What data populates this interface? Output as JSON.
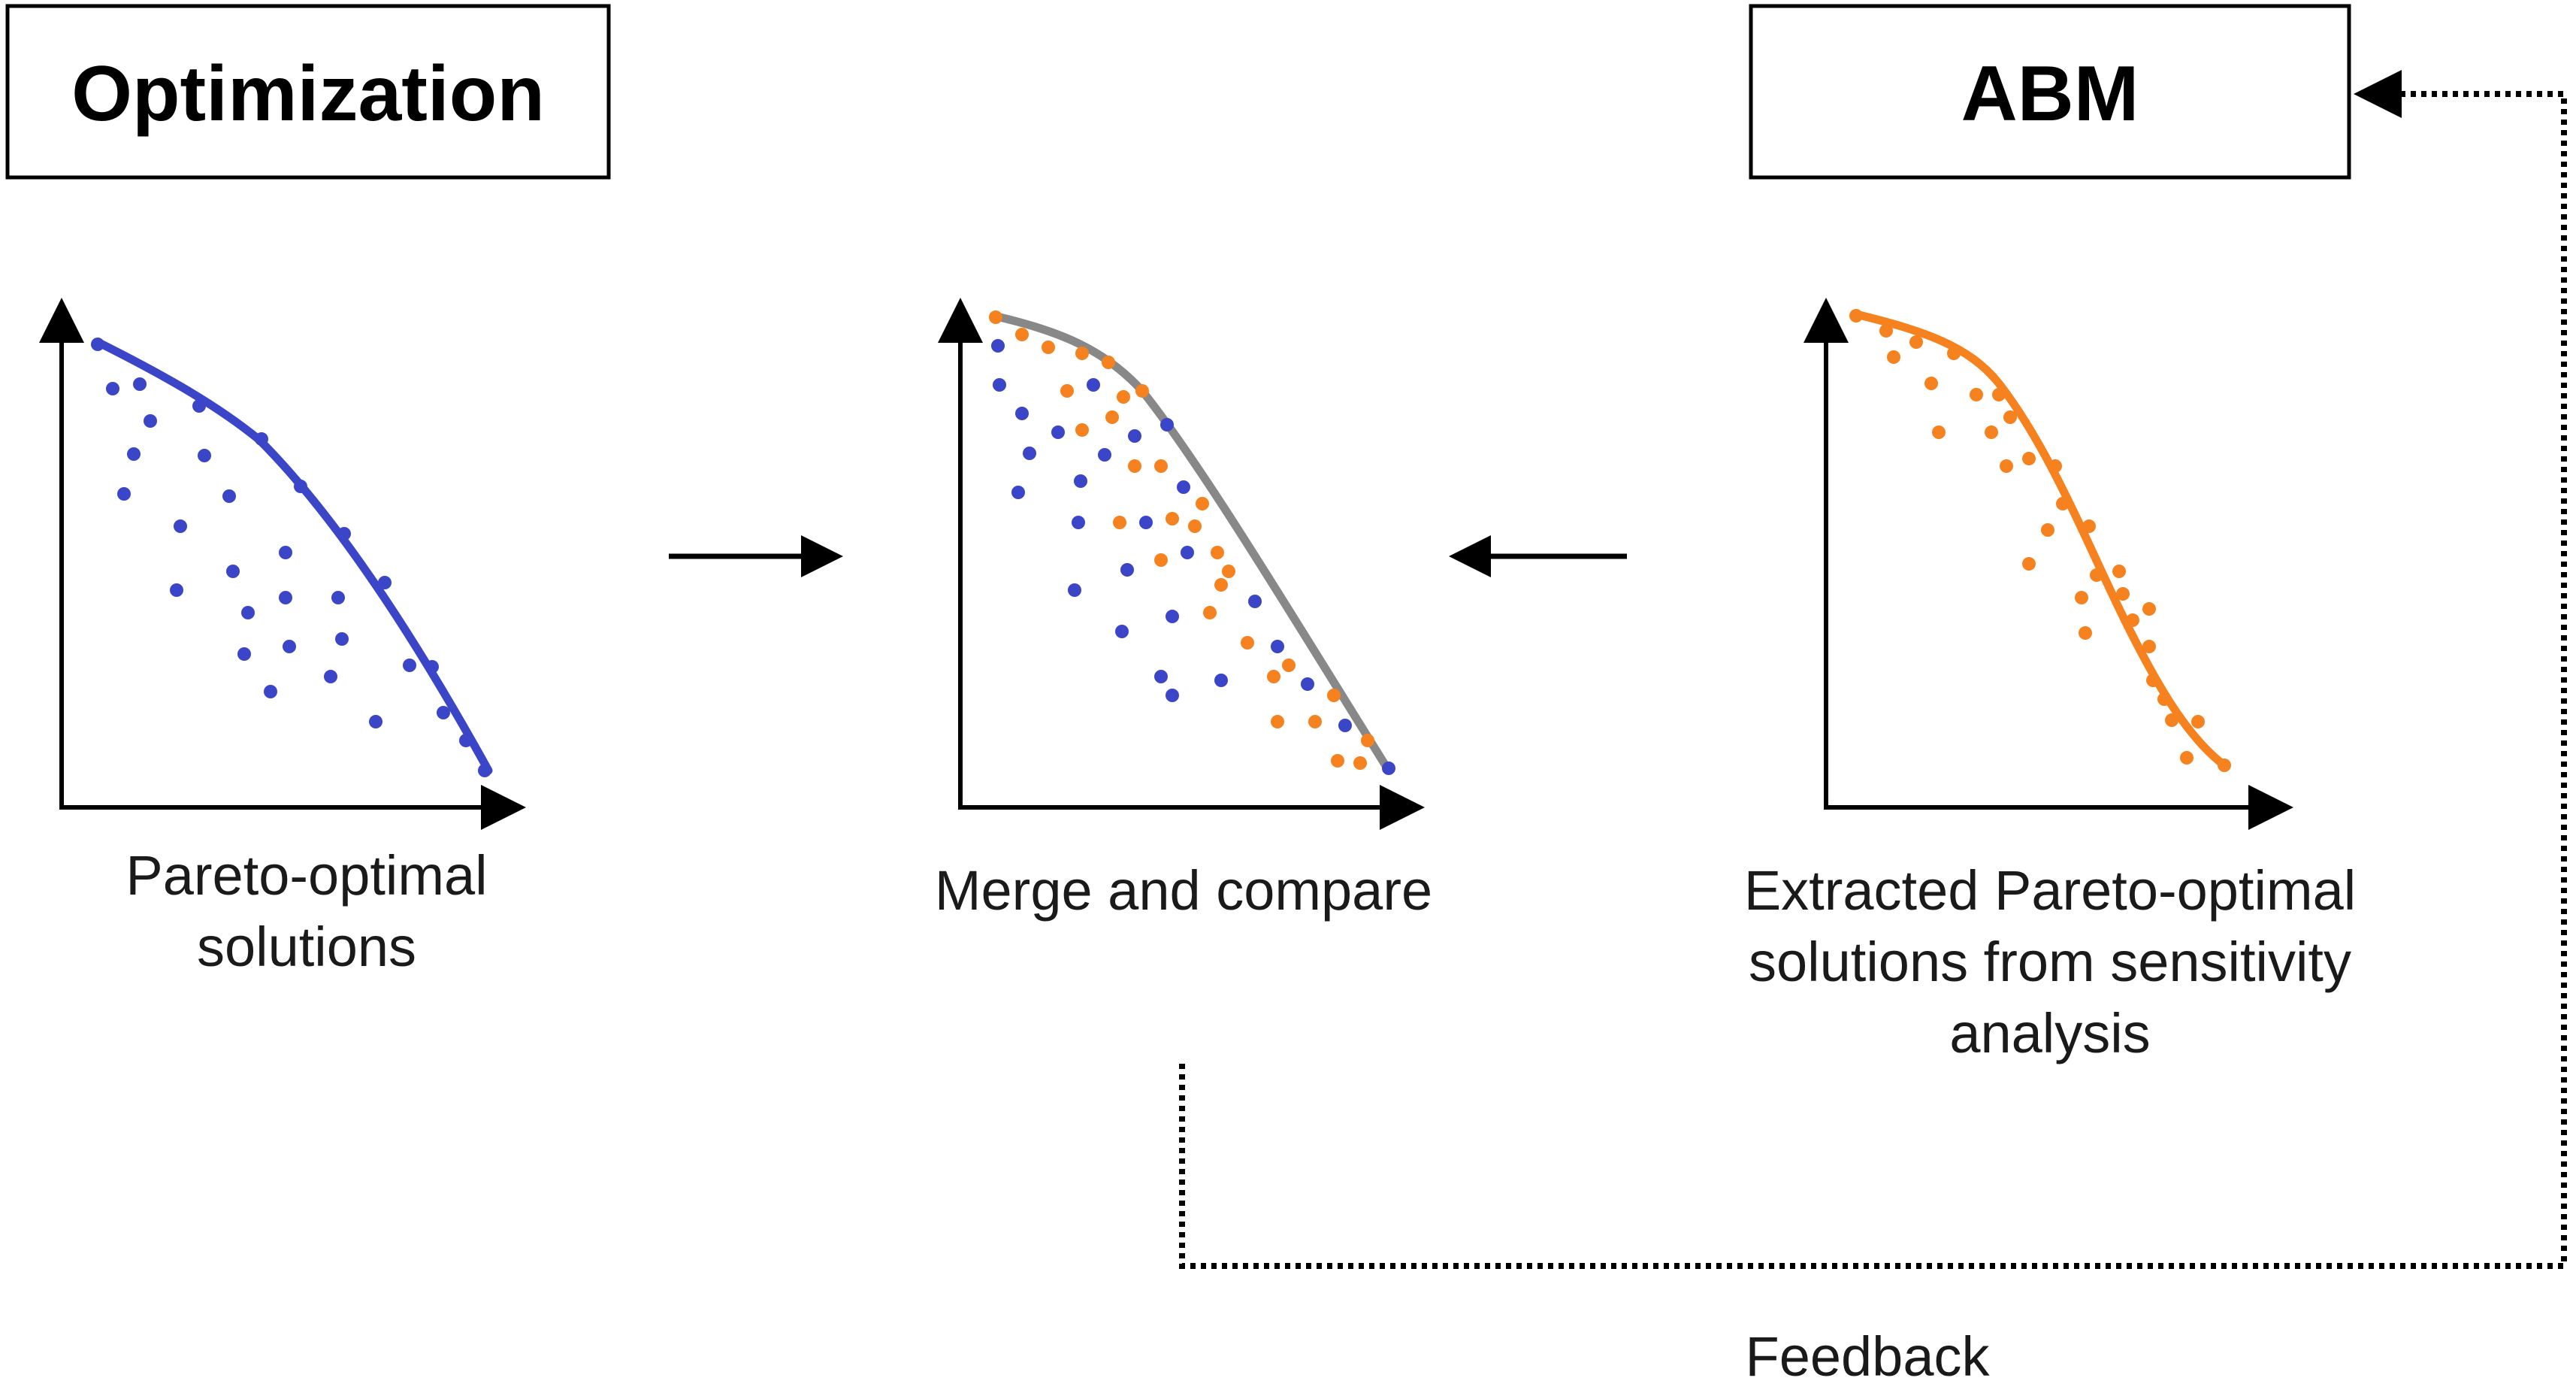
{
  "boxes": {
    "optimization": "Optimization",
    "abm": "ABM"
  },
  "panels": [
    {
      "caption_lines": [
        "Pareto-optimal",
        "solutions"
      ],
      "curve_color": "#3b45c7",
      "point_colors": [
        "#3b45c7"
      ]
    },
    {
      "caption_lines": [
        "Merge and compare"
      ],
      "curve_color": "#888888",
      "point_colors": [
        "#3b45c7",
        "#f5821f"
      ]
    },
    {
      "caption_lines": [
        "Extracted Pareto-optimal",
        "solutions from sensitivity",
        "analysis"
      ],
      "curve_color": "#f5821f",
      "point_colors": [
        "#f5821f"
      ]
    }
  ],
  "feedback_label": "Feedback",
  "colors": {
    "optimization_series": "#3b45c7",
    "abm_series": "#f5821f",
    "merged_frontier": "#888888",
    "lines": "#000000"
  }
}
